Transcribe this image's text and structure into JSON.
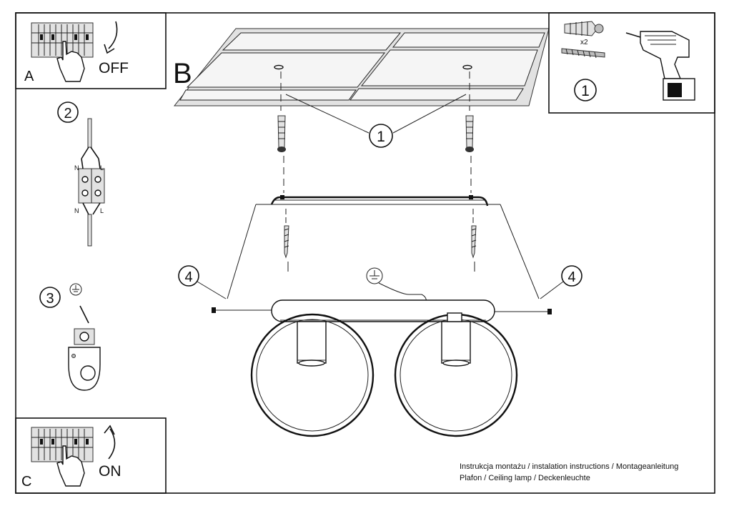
{
  "panels": {
    "a": {
      "label": "A",
      "switch_text": "OFF"
    },
    "b": {
      "label": "B"
    },
    "c": {
      "label": "C",
      "switch_text": "ON"
    }
  },
  "steps": {
    "s1": "1",
    "s2": "2",
    "s3": "3",
    "s4": "4"
  },
  "wiring": {
    "neutral": "N",
    "live": "L"
  },
  "hardware": {
    "dowel_qty": "x2"
  },
  "footer": {
    "line1": "Instrukcja montażu / instalation instructions / Montageanleitung",
    "line2": "Plafon / Ceiling lamp / Deckenleuchte"
  }
}
